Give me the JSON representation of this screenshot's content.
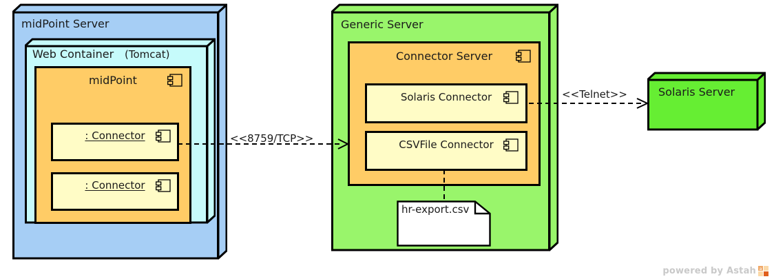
{
  "diagram": {
    "type": "uml-deployment-diagram",
    "tool_watermark": "powered by Astah",
    "colors": {
      "node_blue": "#A6CEF5",
      "node_cyan": "#C6FBFB",
      "node_green": "#99F56B",
      "node_green_bright": "#66EE33",
      "component_orange": "#FFCC66",
      "component_yellow": "#FFFCC6",
      "outline": "#000000"
    }
  },
  "nodes": {
    "midpoint_server": {
      "label": "midPoint Server",
      "kind": "node",
      "fill": "#A6CEF5"
    },
    "web_container": {
      "label": "Web Container",
      "label_secondary": "(Tomcat)",
      "kind": "node",
      "fill": "#C6FBFB"
    },
    "generic_server": {
      "label": "Generic Server",
      "kind": "node",
      "fill": "#99F56B"
    },
    "solaris_server": {
      "label": "Solaris Server",
      "kind": "node",
      "fill": "#66EE33"
    }
  },
  "components": {
    "midpoint": {
      "label": "midPoint",
      "fill": "#FFCC66",
      "icon": "component-icon"
    },
    "connector_1": {
      "label": ": Connector",
      "underlined": true,
      "fill": "#FFFCC6",
      "icon": "component-icon"
    },
    "connector_2": {
      "label": ": Connector",
      "underlined": true,
      "fill": "#FFFCC6",
      "icon": "component-icon"
    },
    "connector_server": {
      "label": "Connector Server",
      "fill": "#FFCC66",
      "icon": "component-icon"
    },
    "solaris_connector": {
      "label": "Solaris Connector",
      "fill": "#FFFCC6",
      "icon": "component-icon"
    },
    "csvfile_connector": {
      "label": "CSVFile Connector",
      "fill": "#FFFCC6",
      "icon": "component-icon"
    }
  },
  "artifacts": {
    "hr_export": {
      "label": "hr-export.csv",
      "kind": "note-document",
      "fill": "#FFFFFF"
    }
  },
  "connections": {
    "tcp_link": {
      "label": "<<8759/TCP>>",
      "style": "dashed",
      "arrow": "open",
      "from": "connector_1",
      "to": "generic_server"
    },
    "telnet_link": {
      "label": "<<Telnet>>",
      "style": "dashed",
      "arrow": "open",
      "from": "solaris_connector",
      "to": "solaris_server"
    },
    "csv_link": {
      "label": "",
      "style": "dashed",
      "arrow": "none",
      "from": "csvfile_connector",
      "to": "hr_export"
    }
  }
}
